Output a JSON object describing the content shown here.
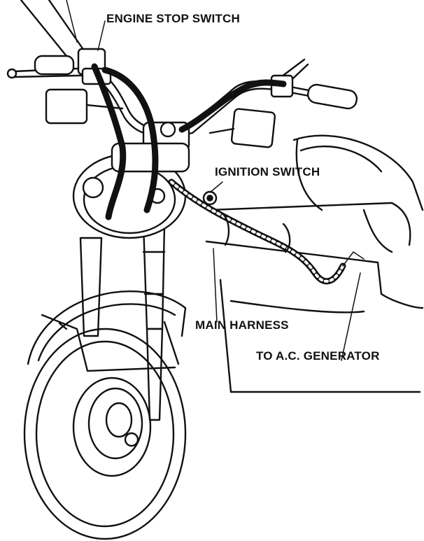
{
  "labels": {
    "engine_stop_switch": "ENGINE STOP SWITCH",
    "ignition_switch": "IGNITION SWITCH",
    "main_harness": "MAIN HARNESS",
    "ac_generator": "TO A.C. GENERATOR"
  }
}
